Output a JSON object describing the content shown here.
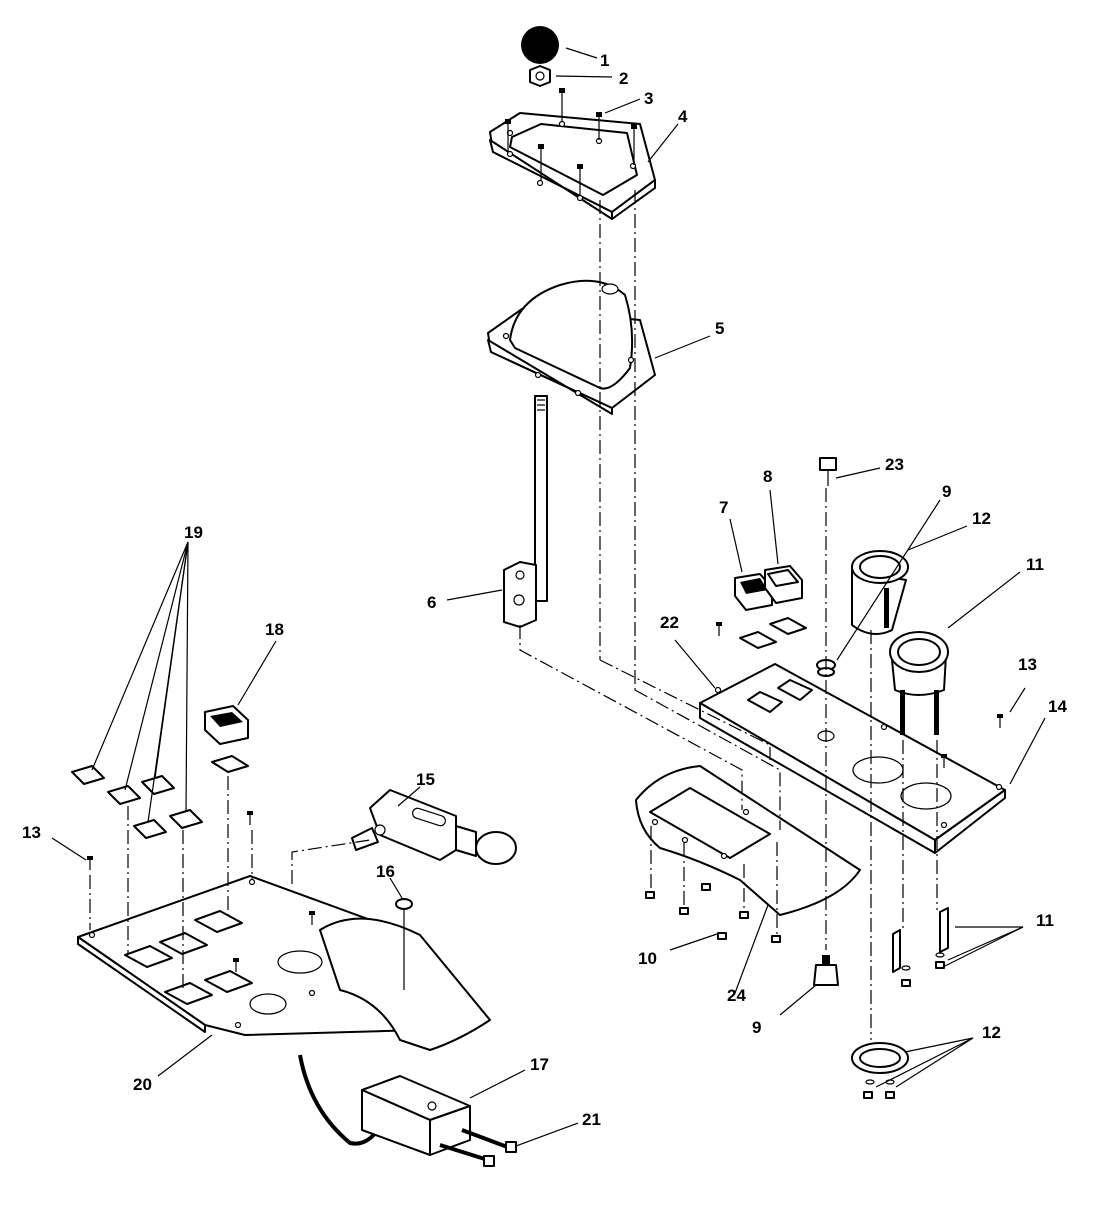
{
  "callouts": {
    "c1": "1",
    "c2": "2",
    "c3": "3",
    "c4": "4",
    "c5": "5",
    "c6": "6",
    "c7": "7",
    "c8": "8",
    "c9a": "9",
    "c9b": "9",
    "c10": "10",
    "c11a": "11",
    "c11b": "11",
    "c12a": "12",
    "c12b": "12",
    "c13a": "13",
    "c13b": "13",
    "c14": "14",
    "c15": "15",
    "c16": "16",
    "c17": "17",
    "c18": "18",
    "c19": "19",
    "c20": "20",
    "c21": "21",
    "c22": "22",
    "c23": "23",
    "c24": "24"
  }
}
